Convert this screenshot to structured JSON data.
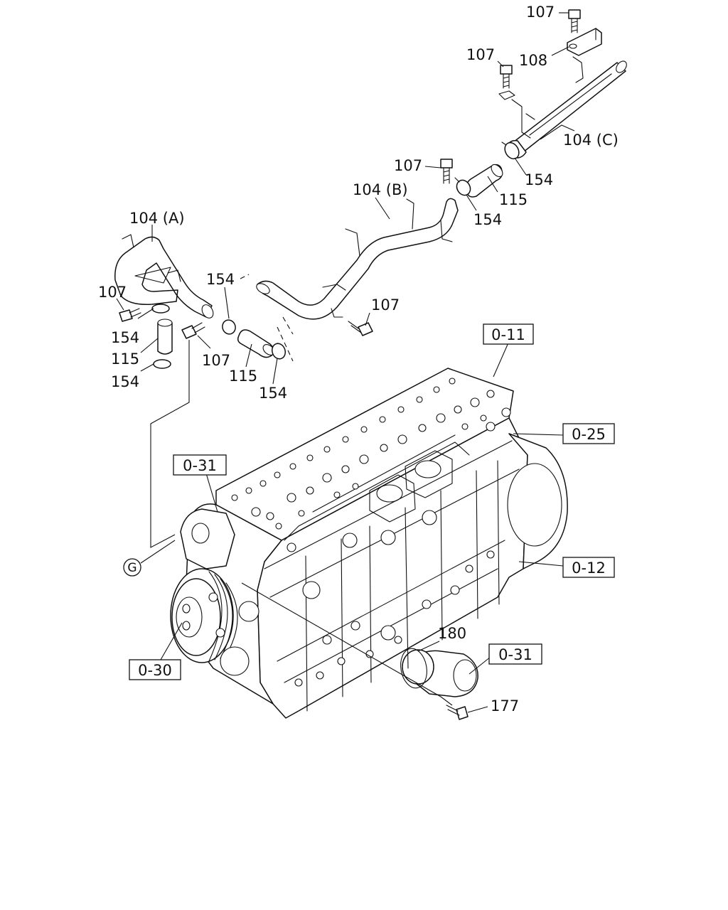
{
  "labels": {
    "l107_top": "107",
    "l108": "108",
    "l107_upper": "107",
    "l104c": "104 (C)",
    "l154_c": "154",
    "l115_b": "115",
    "l154_b": "154",
    "l107_b": "107",
    "l104b": "104 (B)",
    "l104a": "104 (A)",
    "l154_mid": "154",
    "l107_right": "107",
    "l107_left": "107",
    "l154_a_top": "154",
    "l115_a": "115",
    "l154_a_bot": "154",
    "l107_a_bolt": "107",
    "l115_mid": "115",
    "l154_mid_bot": "154",
    "l180": "180",
    "l177": "177"
  },
  "refs": {
    "r011": "0-11",
    "r025": "0-25",
    "r031_left": "0-31",
    "r012": "0-12",
    "r030": "0-30",
    "r031_right": "0-31"
  },
  "marker": {
    "g": "G"
  }
}
